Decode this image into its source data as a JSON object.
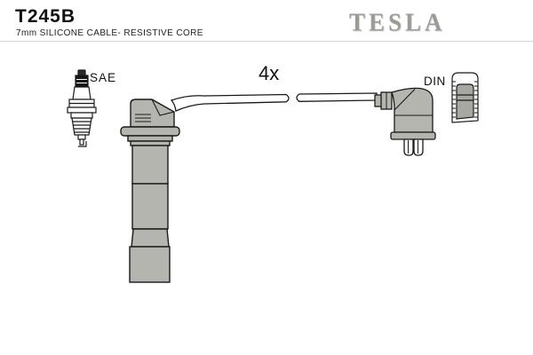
{
  "header": {
    "part_number": "T245B",
    "subtitle": "7mm SILICONE CABLE- RESISTIVE CORE",
    "brand": "TESLA"
  },
  "diagram": {
    "quantity_label": "4x",
    "plug_standard_label": "SAE",
    "connector_standard_label": "DIN",
    "icons": [
      "spark-plug-icon",
      "din-connector-icon",
      "ignition-cable-illustration"
    ],
    "colors": {
      "line": "#1a1a1a",
      "rubber_gray": "#b5b5b0",
      "inner_gray": "#a8a8a3",
      "brand_gray": "#9c9c97",
      "divider": "#d4d4d4"
    }
  }
}
